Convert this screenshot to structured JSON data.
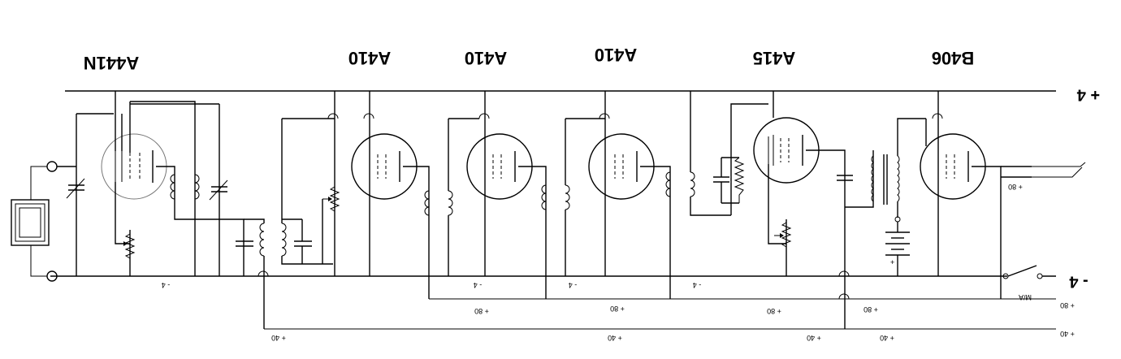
{
  "tubes": [
    {
      "label": "A441N"
    },
    {
      "label": "A410"
    },
    {
      "label": "A410"
    },
    {
      "label": "A410"
    },
    {
      "label": "A415"
    },
    {
      "label": "B406"
    }
  ],
  "rails": {
    "top": "+ 4",
    "bottom": "- 4"
  },
  "bus_labels": {
    "minus4": "- 4",
    "plus80": "+ 80",
    "plus40": "+ 40",
    "switch": "M/A"
  },
  "icons": [
    "loop-antenna-icon",
    "terminal-icon",
    "variable-capacitor-icon",
    "coil-icon",
    "capacitor-icon",
    "potentiometer-icon",
    "transformer-icon",
    "battery-icon",
    "switch-icon",
    "headphone-jack-icon"
  ]
}
